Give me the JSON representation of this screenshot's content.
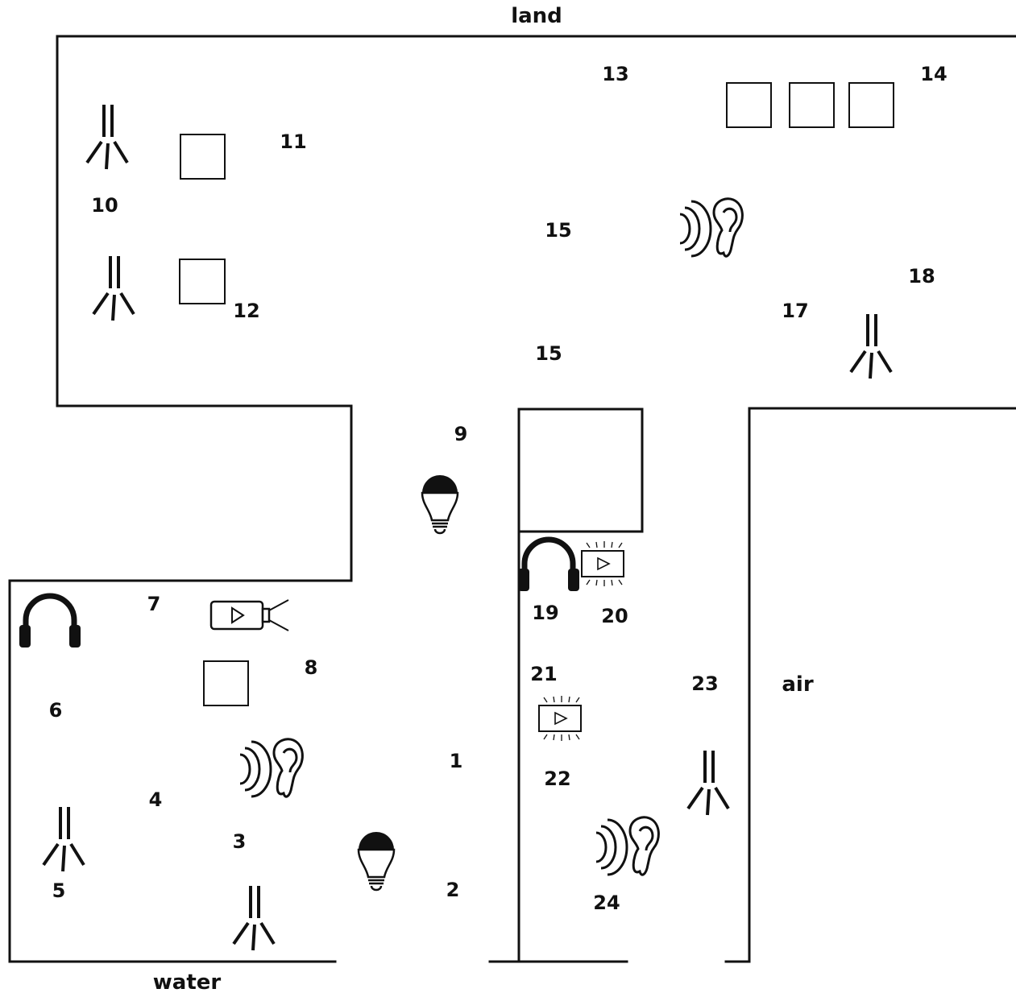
{
  "zones": {
    "land": "land",
    "water": "water",
    "air": "air"
  },
  "markers": [
    "1",
    "2",
    "3",
    "4",
    "5",
    "6",
    "7",
    "8",
    "9",
    "10",
    "11",
    "12",
    "13",
    "14",
    "15",
    "15",
    "17",
    "18",
    "19",
    "20",
    "21",
    "22",
    "23",
    "24"
  ],
  "icons": {
    "speaker": "speaker-icon",
    "ear": "ear-with-sound-waves-icon",
    "headphones": "headphones-icon",
    "bulb": "light-bulb-icon",
    "projector": "video-projector-icon",
    "screen": "video-screen-icon",
    "box": "square-box-icon"
  },
  "colors": {
    "ink": "#111111",
    "background": "#ffffff"
  }
}
